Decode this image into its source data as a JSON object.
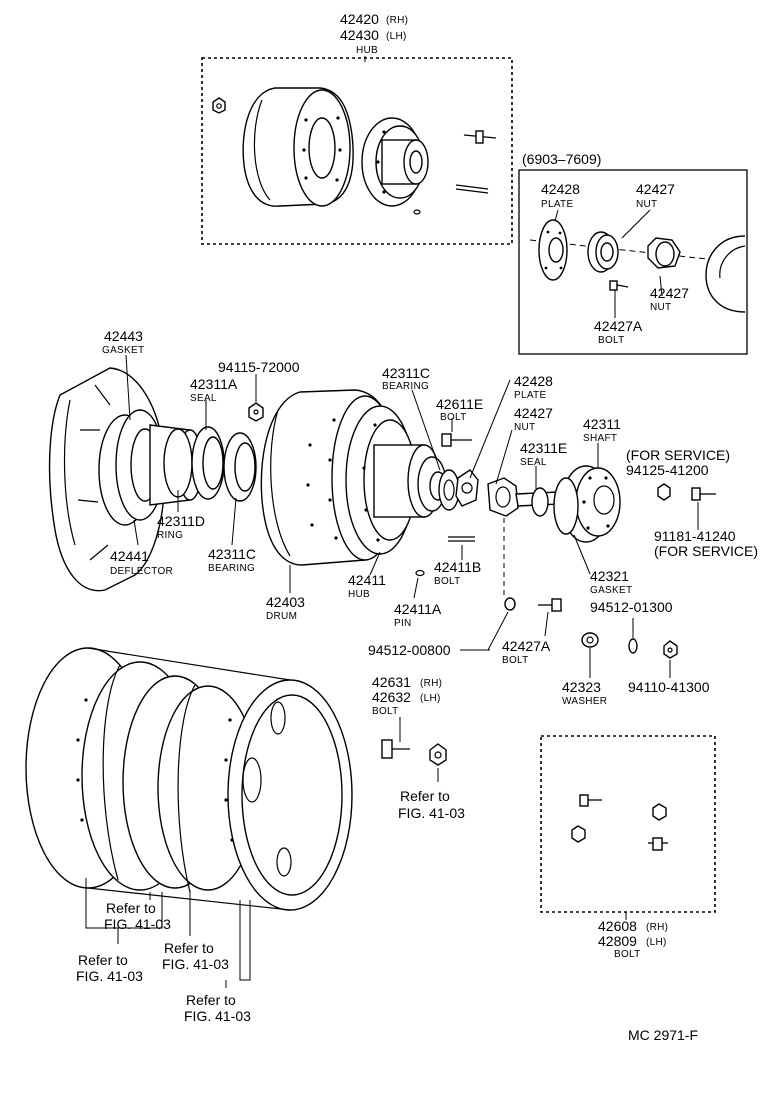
{
  "hub_group": {
    "part_rh": "42420",
    "rh_tag": "(RH)",
    "part_lh": "42430",
    "lh_tag": "(LH)",
    "name": "HUB"
  },
  "inset": {
    "date_range": "(6903–7609)",
    "plate_no": "42428",
    "plate_name": "PLATE",
    "nut1_no": "42427",
    "nut1_name": "NUT",
    "nut2_no": "42427",
    "nut2_name": "NUT",
    "bolt_no": "42427A",
    "bolt_name": "BOLT"
  },
  "callouts": {
    "gasket_42443": {
      "no": "42443",
      "name": "GASKET"
    },
    "nut_94115": {
      "no": "94115-72000"
    },
    "seal_42311A": {
      "no": "42311A",
      "name": "SEAL"
    },
    "bearing_42311C_top": {
      "no": "42311C",
      "name": "BEARING"
    },
    "bolt_42611E": {
      "no": "42611E",
      "name": "BOLT"
    },
    "plate_42428": {
      "no": "42428",
      "name": "PLATE"
    },
    "nut_42427": {
      "no": "42427",
      "name": "NUT"
    },
    "shaft_42311": {
      "no": "42311",
      "name": "SHAFT"
    },
    "seal_42311E": {
      "no": "42311E",
      "name": "SEAL"
    },
    "service_nut": {
      "note": "(FOR SERVICE)",
      "no": "94125-41200"
    },
    "service_bolt": {
      "no": "91181-41240",
      "note": "(FOR SERVICE)"
    },
    "ring_42311D": {
      "no": "42311D",
      "name": "RING"
    },
    "deflector_42441": {
      "no": "42441",
      "name": "DEFLECTOR"
    },
    "bearing_42311C_low": {
      "no": "42311C",
      "name": "BEARING"
    },
    "drum_42403": {
      "no": "42403",
      "name": "DRUM"
    },
    "hub_42411": {
      "no": "42411",
      "name": "HUB"
    },
    "bolt_42411B": {
      "no": "42411B",
      "name": "BOLT"
    },
    "pin_42411A": {
      "no": "42411A",
      "name": "PIN"
    },
    "gasket_42321": {
      "no": "42321",
      "name": "GASKET"
    },
    "washer_94512_00800": {
      "no": "94512-00800"
    },
    "bolt_42427A": {
      "no": "42427A",
      "name": "BOLT"
    },
    "washer_94512_01300": {
      "no": "94512-01300"
    },
    "washer_42323": {
      "no": "42323",
      "name": "WASHER"
    },
    "nut_94110": {
      "no": "94110-41300"
    }
  },
  "wheel_bolt": {
    "rh_no": "42631",
    "rh_tag": "(RH)",
    "lh_no": "42632",
    "lh_tag": "(LH)",
    "name": "BOLT",
    "refer_l1": "Refer to",
    "refer_l2": "FIG. 41-03"
  },
  "bolt_kit": {
    "rh_no": "42608",
    "rh_tag": "(RH)",
    "lh_no": "42809",
    "lh_tag": "(LH)",
    "name": "BOLT"
  },
  "wheel_refs": [
    {
      "l1": "Refer to",
      "l2": "FIG. 41-03"
    },
    {
      "l1": "Refer to",
      "l2": "FIG. 41-03"
    },
    {
      "l1": "Refer to",
      "l2": "FIG. 41-03"
    },
    {
      "l1": "Refer to",
      "l2": "FIG. 41-03"
    }
  ],
  "figure_code": "MC  2971-F"
}
